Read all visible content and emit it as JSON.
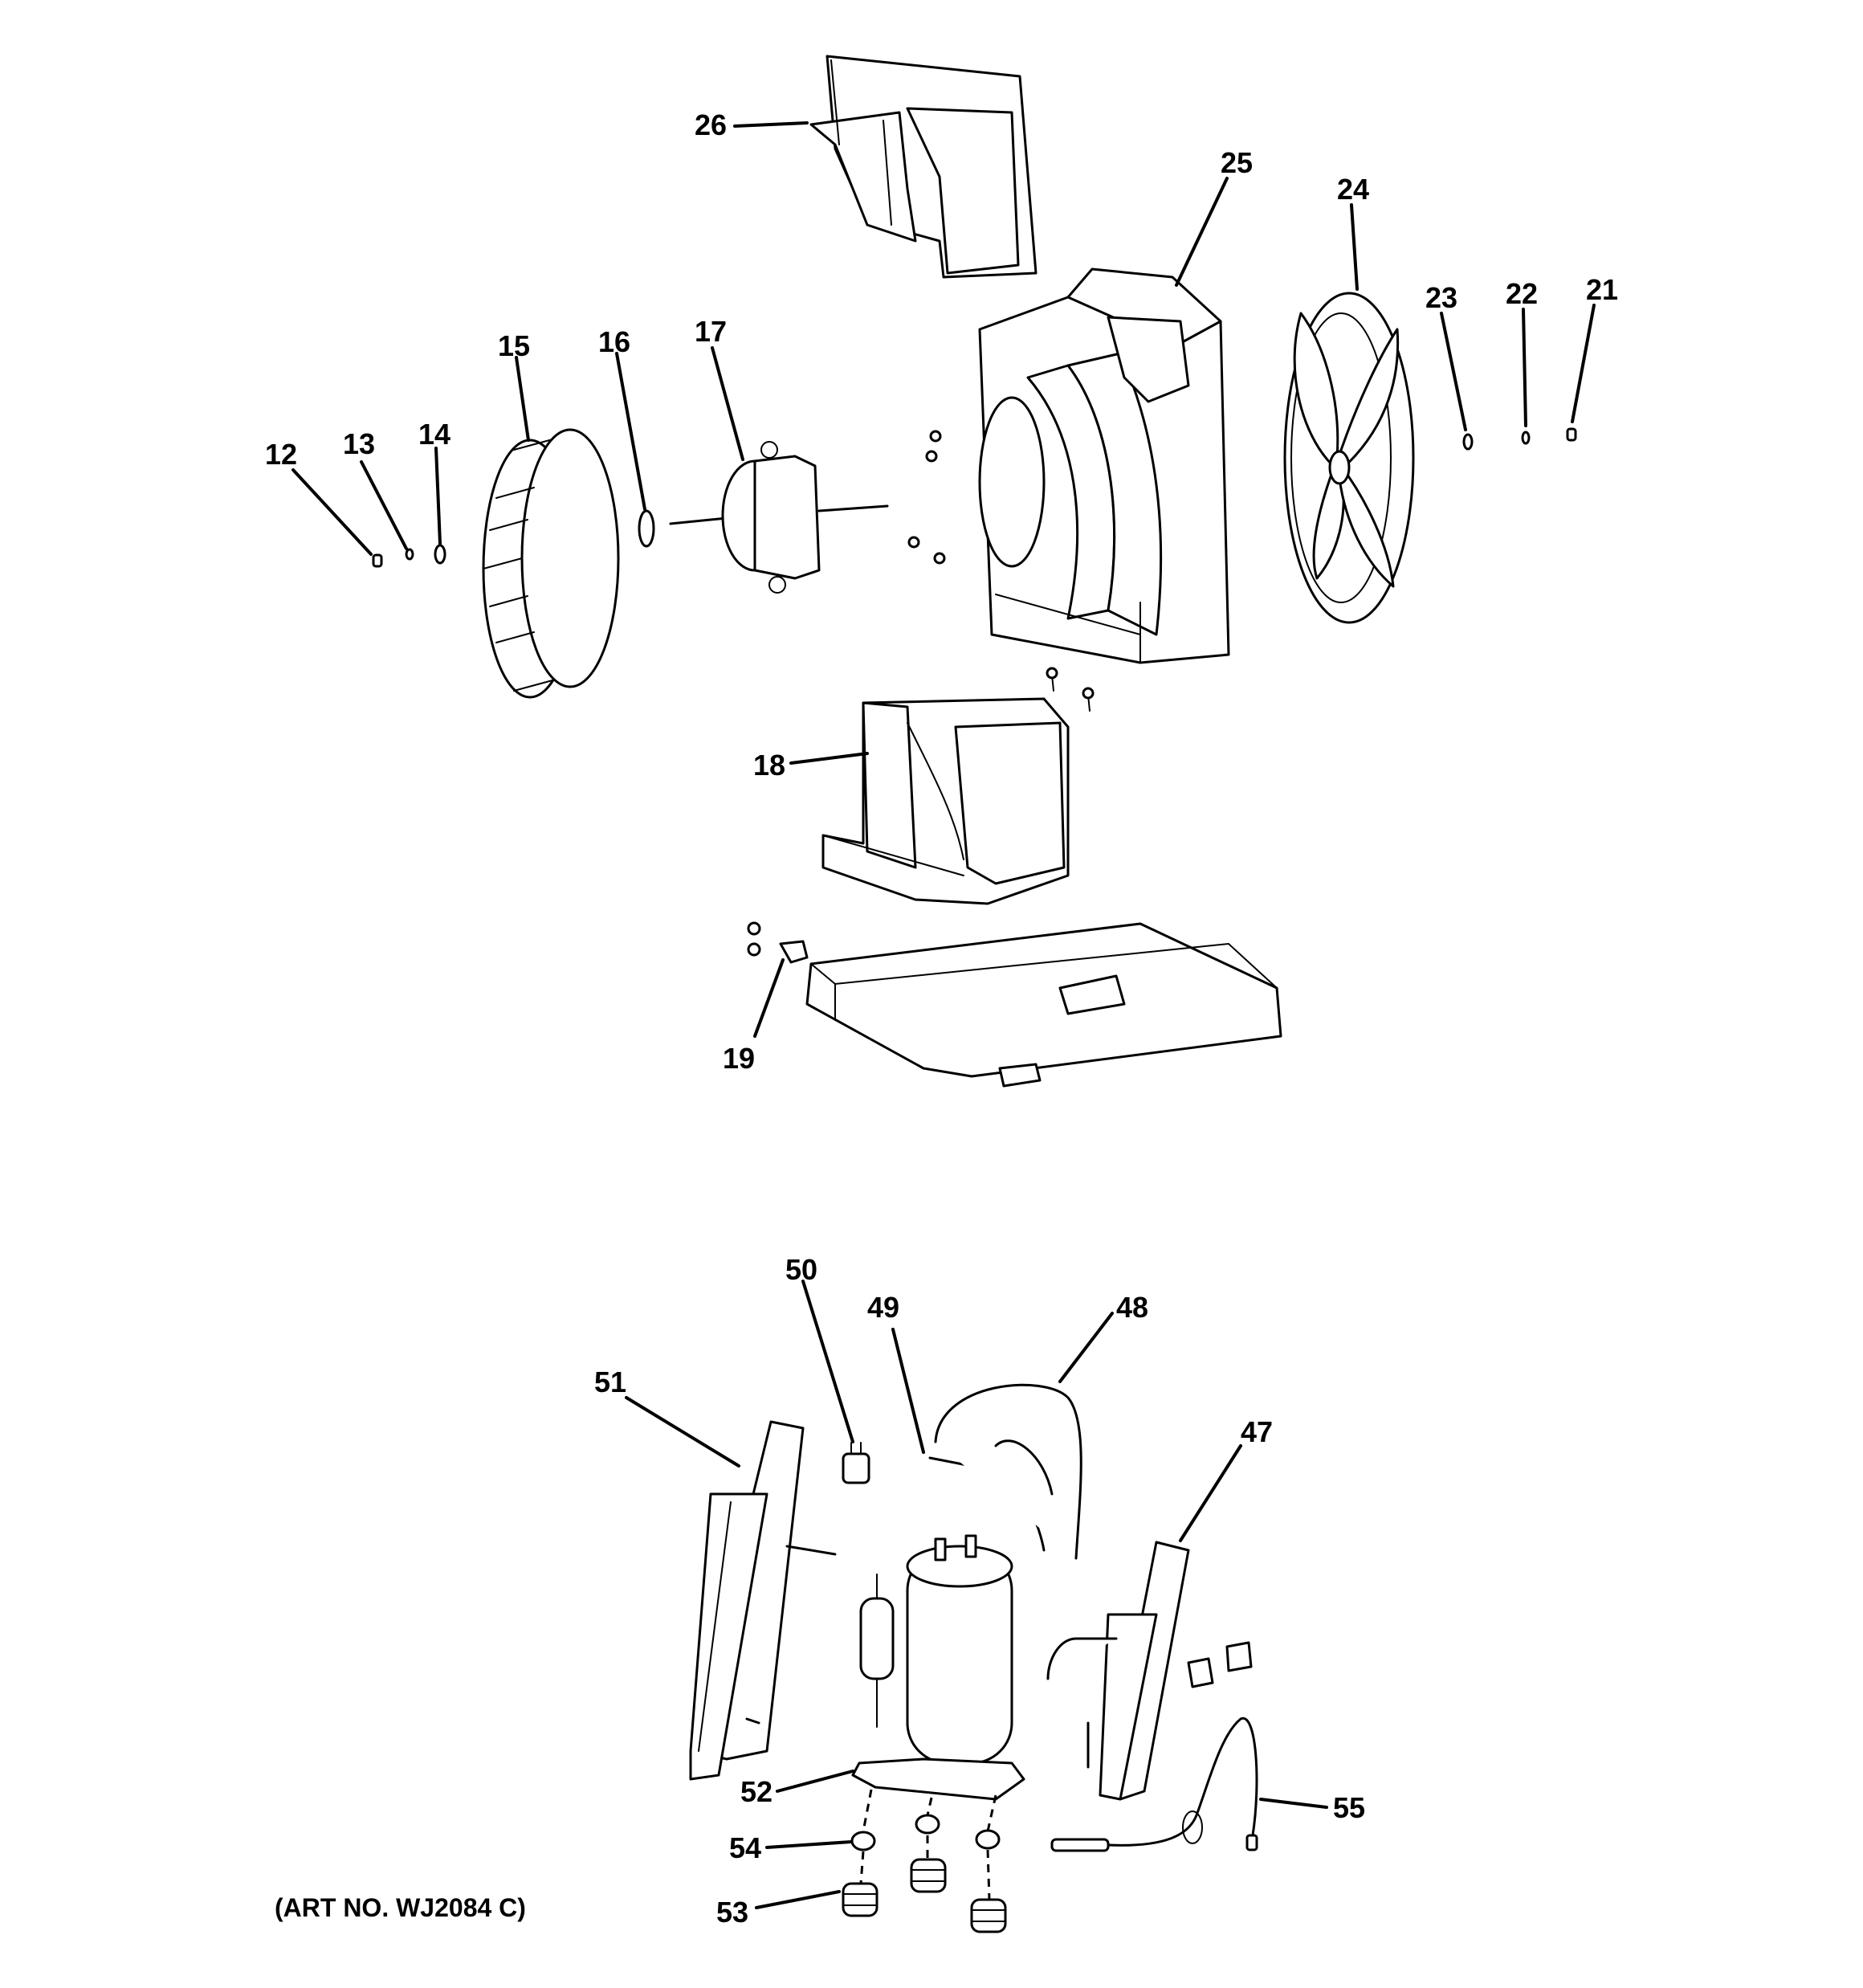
{
  "diagram": {
    "labels": {
      "p12": "12",
      "p13": "13",
      "p14": "14",
      "p15": "15",
      "p16": "16",
      "p17": "17",
      "p18": "18",
      "p19": "19",
      "p21": "21",
      "p22": "22",
      "p23": "23",
      "p24": "24",
      "p25": "25",
      "p26": "26",
      "p47": "47",
      "p48": "48",
      "p49": "49",
      "p50": "50",
      "p51": "51",
      "p52": "52",
      "p53": "53",
      "p54": "54",
      "p55": "55"
    },
    "art_number": "(ART NO. WJ2084 C)"
  }
}
